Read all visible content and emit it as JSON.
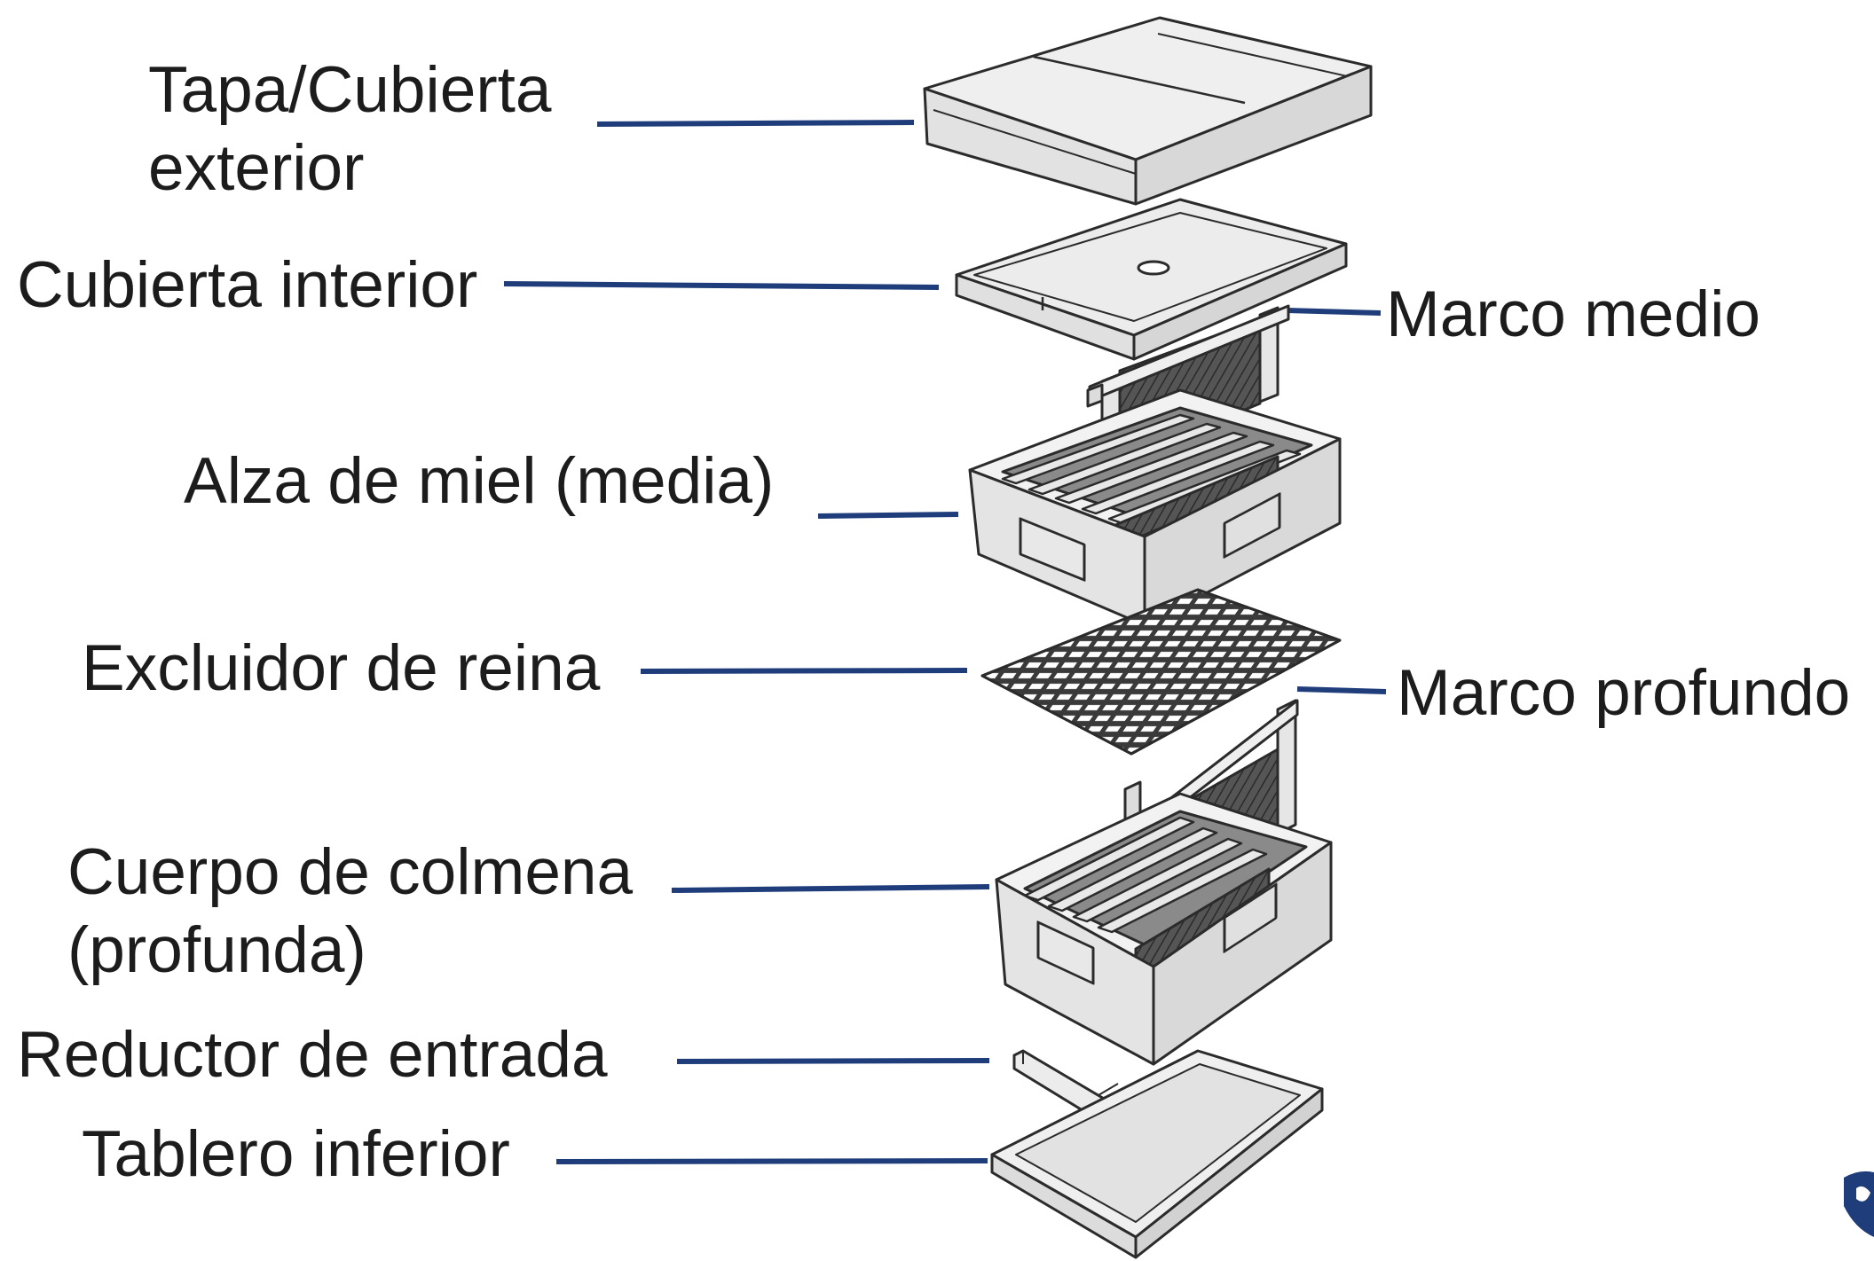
{
  "labels": {
    "outer_cover": {
      "line1": "Tapa/Cubierta",
      "line2": "exterior"
    },
    "inner_cover": "Cubierta interior",
    "medium_frame": "Marco medio",
    "honey_super": "Alza de miel (media)",
    "queen_excluder": "Excluidor de reina",
    "deep_frame": "Marco profundo",
    "hive_body": {
      "line1": "Cuerpo de colmena",
      "line2": "(profunda)"
    },
    "entrance_reducer": "Reductor de entrada",
    "bottom_board": "Tablero inferior"
  },
  "colors": {
    "leader_line": "#1f3d7a",
    "wood_face": "#e6e6e6",
    "wood_top": "#efefef",
    "outline": "#2b2b2b",
    "comb": "#4a4a4a",
    "logo": "#1f3d7a"
  },
  "icons": {
    "corner_logo": "shield-logo-icon"
  }
}
